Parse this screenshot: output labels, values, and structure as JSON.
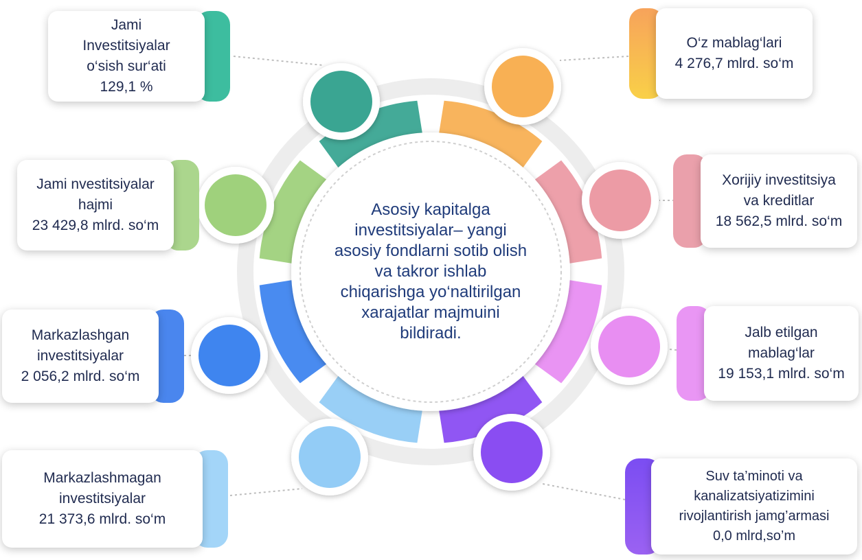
{
  "center": {
    "lines": [
      "Asosiy kapitalga",
      "investitsiyalar– yangi",
      "asosiy fondlarni sotib olish",
      "va takror ishlab",
      "chiqarishga yo‘naltirilgan",
      "xarajatlar majmuini",
      "bildiradi."
    ]
  },
  "segments": [
    {
      "key": "top-left",
      "color": "#3aa592",
      "lines": [
        "Jami",
        "Investitsiyalar",
        "o‘sish sur‘ati",
        "129,1 %"
      ]
    },
    {
      "key": "top-right",
      "color": "#f8b054",
      "lines": [
        "O‘z mablag‘lari",
        "4 276,7 mlrd. so‘m"
      ]
    },
    {
      "key": "upper-left",
      "color": "#9fd17c",
      "lines": [
        "Jami nvestitsiyalar",
        "hajmi",
        "23 429,8 mlrd. so‘m"
      ]
    },
    {
      "key": "upper-right",
      "color": "#ec9ba5",
      "lines": [
        "Xorijiy investitsiya",
        "va kreditlar",
        "18 562,5 mlrd. so‘m"
      ]
    },
    {
      "key": "lower-left",
      "color": "#3f85ef",
      "lines": [
        "Markazlashgan",
        "investitsiyalar",
        "2 056,2 mlrd. so‘m"
      ]
    },
    {
      "key": "lower-right",
      "color": "#e88ef2",
      "lines": [
        "Jalb etilgan",
        "mablag‘lar",
        "19 153,1 mlrd. so‘m"
      ]
    },
    {
      "key": "bottom-left",
      "color": "#93ccf6",
      "lines": [
        "Markazlashmagan",
        "investitsiyalar",
        "21 373,6 mlrd. so‘m"
      ]
    },
    {
      "key": "bottom-right",
      "color": "#8a4df2",
      "lines": [
        "Suv ta’minoti va",
        "kanalizatsiyatizimini",
        "rivojlantirish jamg’armasi",
        "0,0 mlrd,so’m"
      ]
    }
  ]
}
